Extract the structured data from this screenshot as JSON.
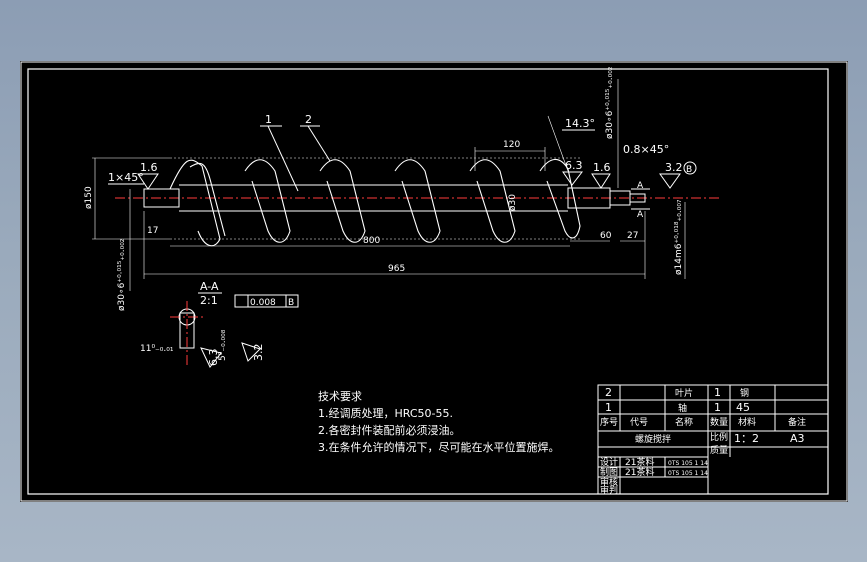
{
  "drawing": {
    "part_labels": [
      "1",
      "2"
    ],
    "dimensions": {
      "chamfer_left": "1×45°",
      "dia_150": "ø150",
      "len_17": "17",
      "pitch_120": "120",
      "angle_14_3": "14.3°",
      "dia_30_flight": "ø30",
      "len_800": "800",
      "len_60": "60",
      "len_27": "27",
      "len_965": "965",
      "chamfer_right": "0.8×45°",
      "dia_30_left": "ø30∘6⁺⁰·⁰¹⁵₊₀.₀₀₂",
      "dia_30_right": "ø30∘6⁺⁰·⁰¹⁵₊₀.₀₀₂",
      "dia_14": "ø14m6⁺⁰·⁰¹⁸₊₀.₀₀₇"
    },
    "roughness": [
      "1.6",
      "6.3",
      "1.6",
      "3.2"
    ],
    "section_mark": "A",
    "datum": "B",
    "detail": {
      "title": "A-A",
      "scale": "2:1",
      "tolerance": "0.008",
      "tolerance_datum": "B",
      "roughness_a": "6.3",
      "roughness_b": "3.2",
      "dim_5": "5⁰₋₀.₀₀₈",
      "dim_11": "11⁰₋₀.₀₁"
    }
  },
  "notes": {
    "heading": "技术要求",
    "items": [
      "1.经调质处理，HRC50-55.",
      "2.各密封件装配前必须浸油。",
      "3.在条件允许的情况下，尽可能在水平位置施焊。"
    ]
  },
  "title_block": {
    "parts": [
      {
        "no": "2",
        "name": "叶片",
        "qty": "1",
        "material": "钢"
      },
      {
        "no": "1",
        "name": "轴",
        "qty": "1",
        "material": "45"
      }
    ],
    "headers": {
      "no": "序号",
      "code": "代号",
      "name": "名称",
      "qty": "数量",
      "material": "材料",
      "remark": "备注"
    },
    "drawing_name": "螺旋搅拌",
    "scale_label": "比例",
    "scale_value": "1：2",
    "weight_label": "质量",
    "sheet_size": "A3",
    "design_label": "设计",
    "design_name": "21茶料",
    "design_date": "0TS 105 1 14",
    "draw_label": "制图",
    "draw_name": "21茶料",
    "draw_date": "0TS 105 1 14",
    "check_label": "审核",
    "approve_label": "审判"
  },
  "colors": {
    "background": "#000000",
    "lines": "#ffffff",
    "centerline": "#ff3b3b",
    "desktop": "#9aaabc"
  }
}
